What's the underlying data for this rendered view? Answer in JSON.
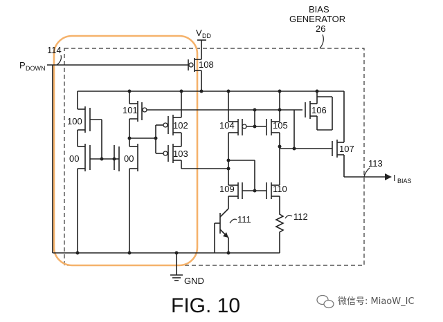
{
  "labels": {
    "bias_generator_line1": "BIAS",
    "bias_generator_line2": "GENERATOR",
    "bias_generator_num": "26",
    "vdd_main": "V",
    "vdd_sub": "DD",
    "pdown_main": "P",
    "pdown_sub": "DOWN",
    "node_114": "114",
    "node_113": "113",
    "ibias_main": "I",
    "ibias_sub": "BIAS",
    "gnd": "GND",
    "figure_caption": "FIG. 10"
  },
  "transistors": {
    "t108": "108",
    "t100": "100",
    "t101": "101",
    "t102": "102",
    "t103": "103",
    "t00a": "00",
    "t00b": "00",
    "t104": "104",
    "t105": "105",
    "t106": "106",
    "t107": "107",
    "t109": "109",
    "t110": "110",
    "q111": "111",
    "r112": "112"
  },
  "watermark": {
    "text": "微信号: MiaoW_IC"
  },
  "colors": {
    "highlight": "#f5b26b",
    "ink": "#222222"
  }
}
